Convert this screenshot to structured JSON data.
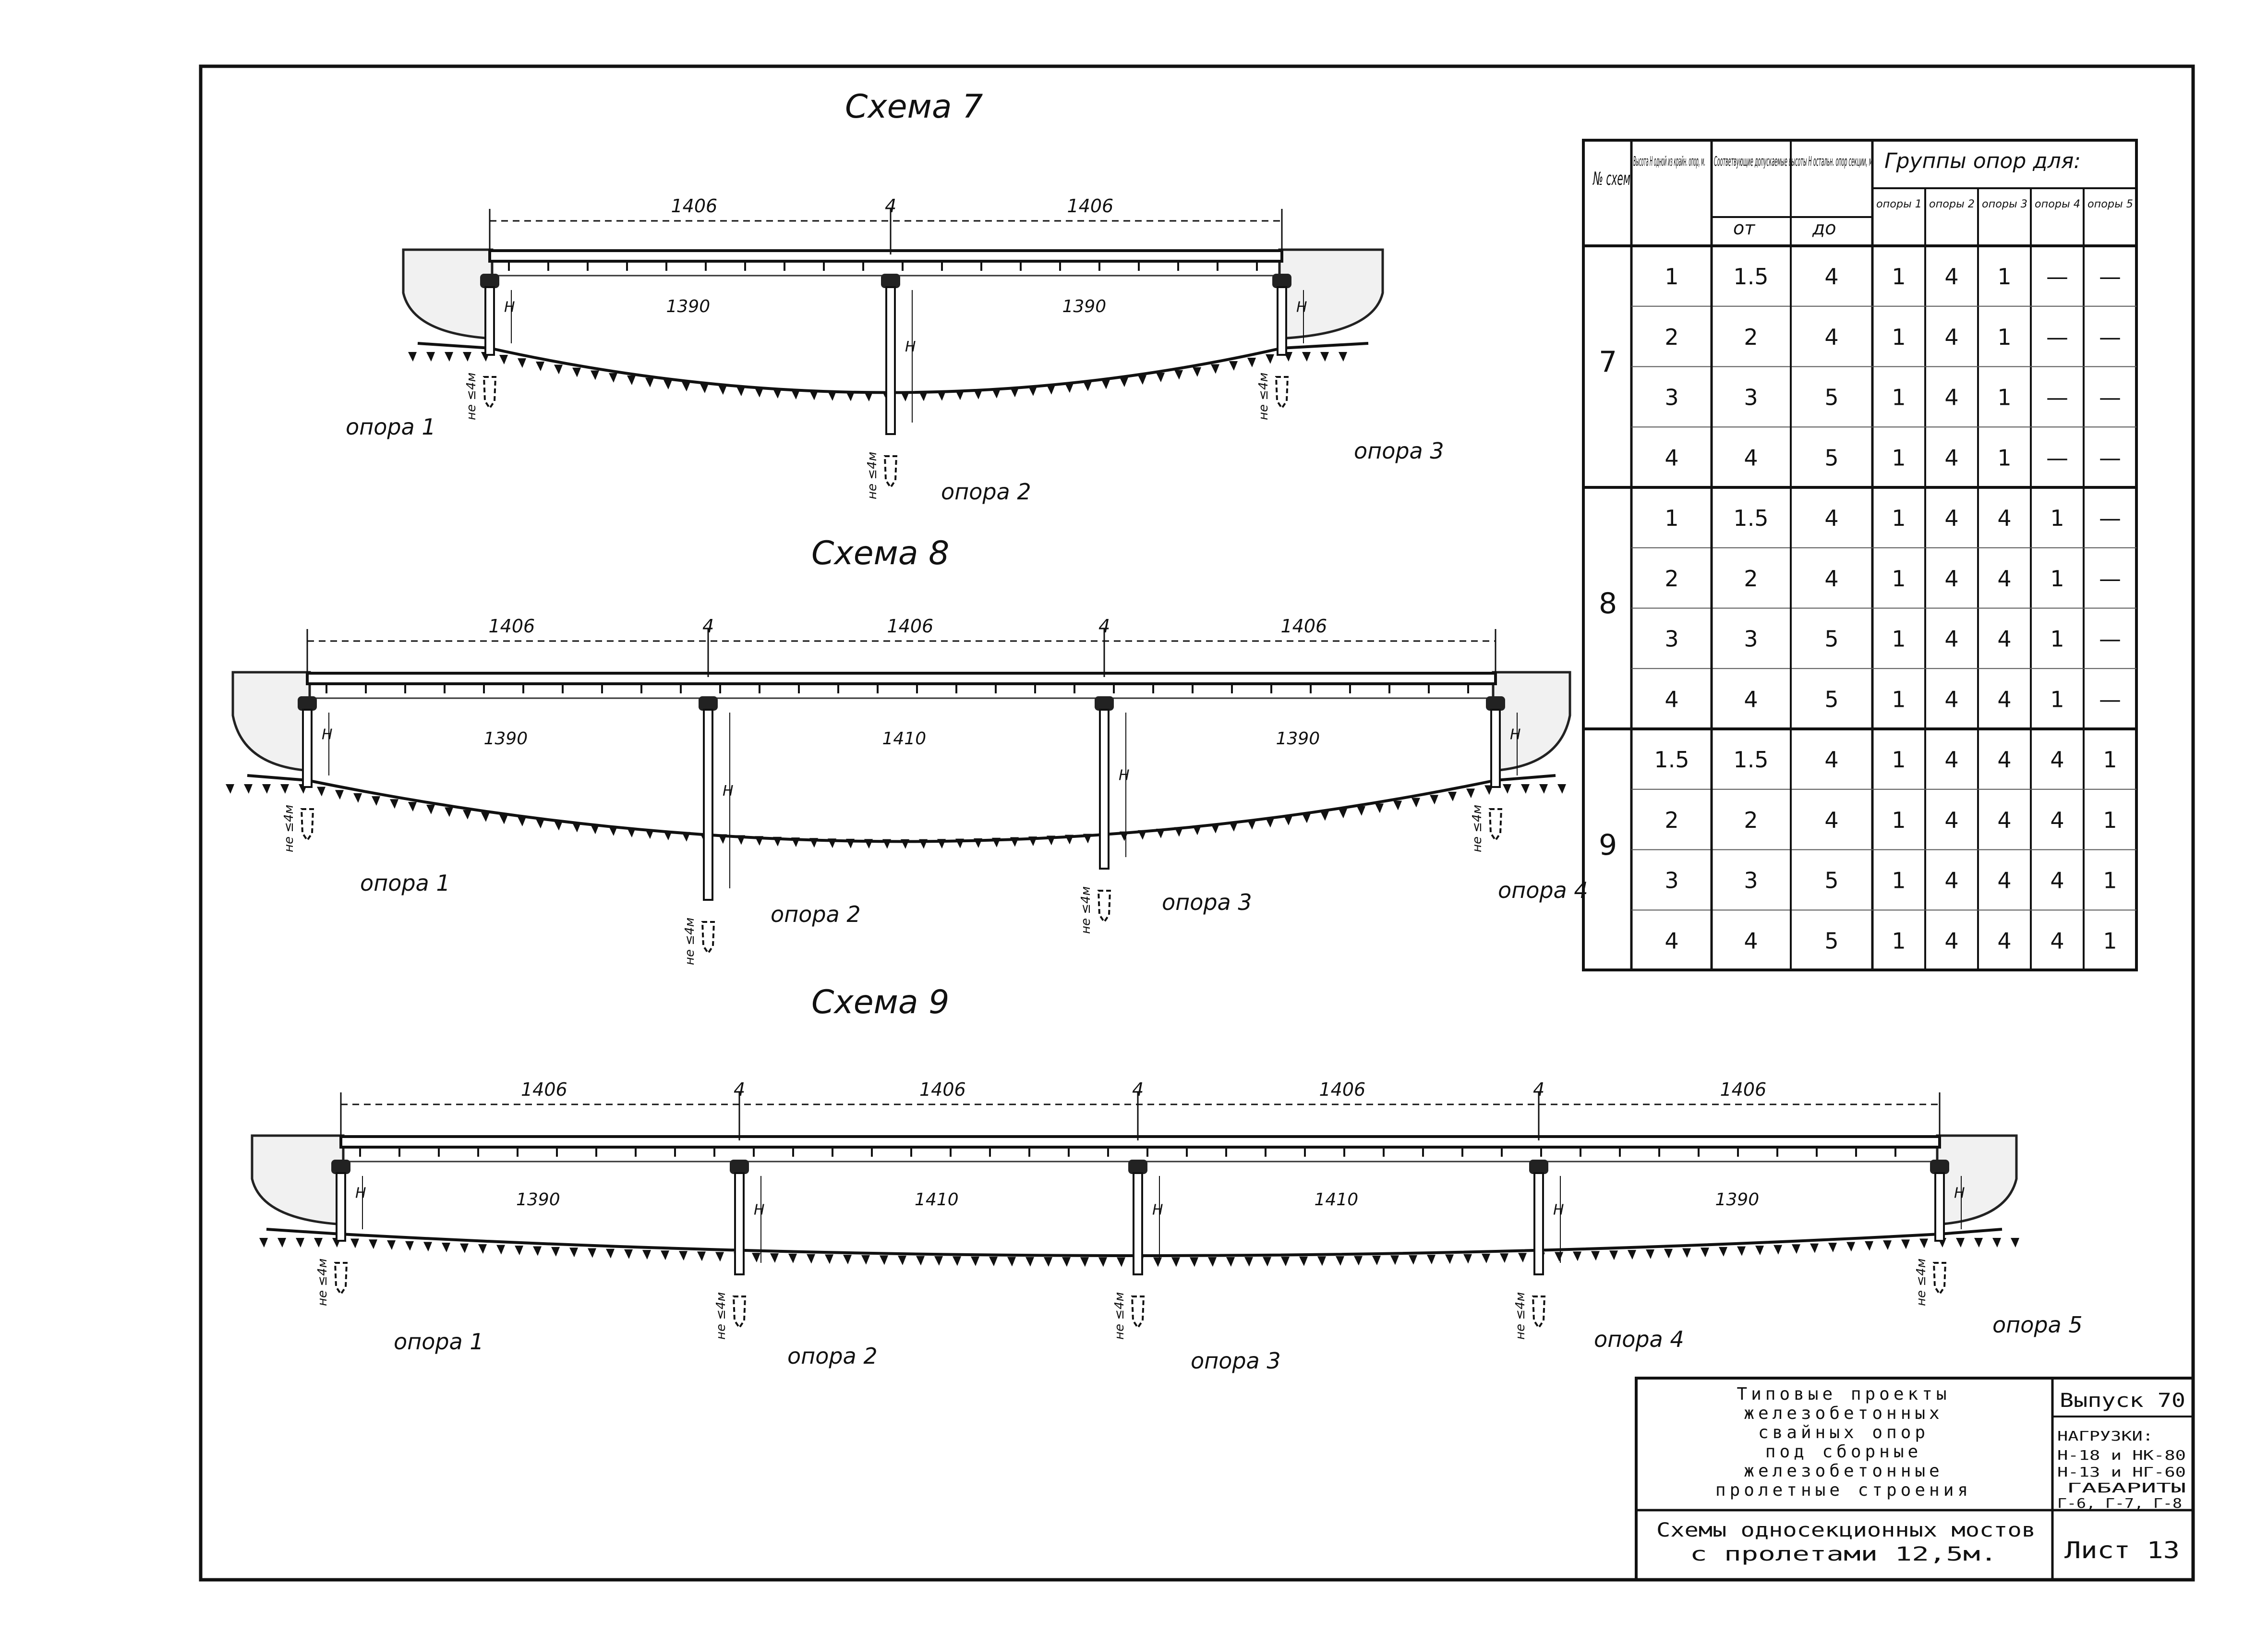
{
  "schemes": [
    {
      "title": "Схема 7",
      "dims": [
        "1406",
        "4",
        "1406"
      ],
      "spans": [
        "1390",
        "1390"
      ],
      "supports": [
        "опора 1",
        "опора 2",
        "опора 3"
      ],
      "depth_label": "не ≤4м",
      "h_label": "H"
    },
    {
      "title": "Схема 8",
      "dims": [
        "1406",
        "4",
        "1406",
        "4",
        "1406"
      ],
      "spans": [
        "1390",
        "1410",
        "1390"
      ],
      "supports": [
        "опора 1",
        "опора 2",
        "опора 3",
        "опора 4"
      ],
      "depth_label": "не ≤4м",
      "h_label": "H"
    },
    {
      "title": "Схема 9",
      "dims": [
        "1406",
        "4",
        "1406",
        "4",
        "1406",
        "4",
        "1406"
      ],
      "spans": [
        "1390",
        "1410",
        "1410",
        "1390"
      ],
      "supports": [
        "опора 1",
        "опора 2",
        "опора 3",
        "опора 4",
        "опора 5"
      ],
      "depth_label": "не ≤4м",
      "h_label": "H"
    }
  ],
  "table": {
    "headers": {
      "scheme_no": "№ схем",
      "edge_height": "Высота Н одной из крайн. опор, м.",
      "allowed_heights": "Соответвующие допускаемые высоты Н остальн. опор секции, м",
      "from": "от",
      "to": "до",
      "groups": "Группы опор для:",
      "support_cols": [
        "опоры 1",
        "опоры 2",
        "опоры 3",
        "опоры 4",
        "опоры 5"
      ]
    },
    "groups": [
      {
        "scheme": "7",
        "rows": [
          [
            "1",
            "1.5",
            "4",
            "1",
            "4",
            "1",
            "—",
            "—"
          ],
          [
            "2",
            "2",
            "4",
            "1",
            "4",
            "1",
            "—",
            "—"
          ],
          [
            "3",
            "3",
            "5",
            "1",
            "4",
            "1",
            "—",
            "—"
          ],
          [
            "4",
            "4",
            "5",
            "1",
            "4",
            "1",
            "—",
            "—"
          ]
        ]
      },
      {
        "scheme": "8",
        "rows": [
          [
            "1",
            "1.5",
            "4",
            "1",
            "4",
            "4",
            "1",
            "—"
          ],
          [
            "2",
            "2",
            "4",
            "1",
            "4",
            "4",
            "1",
            "—"
          ],
          [
            "3",
            "3",
            "5",
            "1",
            "4",
            "4",
            "1",
            "—"
          ],
          [
            "4",
            "4",
            "5",
            "1",
            "4",
            "4",
            "1",
            "—"
          ]
        ]
      },
      {
        "scheme": "9",
        "rows": [
          [
            "1.5",
            "1.5",
            "4",
            "1",
            "4",
            "4",
            "4",
            "1"
          ],
          [
            "2",
            "2",
            "4",
            "1",
            "4",
            "4",
            "4",
            "1"
          ],
          [
            "3",
            "3",
            "5",
            "1",
            "4",
            "4",
            "4",
            "1"
          ],
          [
            "4",
            "4",
            "5",
            "1",
            "4",
            "4",
            "4",
            "1"
          ]
        ]
      }
    ]
  },
  "title_block": {
    "project_lines": [
      "Типовые проекты",
      "железобетонных",
      "свайных опор",
      "под сборные",
      "железобетонные",
      "пролетные строения"
    ],
    "issue": "Выпуск 70",
    "loads_label": "НАГРУЗКИ:",
    "loads_lines": [
      "Н-18 и НК-80",
      "Н-13 и НГ-60"
    ],
    "gauge_label": "ГАБАРИТЫ",
    "gauge_values": "Г-6, Г-7, Г-8",
    "sheet_title_lines": [
      "Схемы односекционных мостов",
      "с пролетами 12,5м."
    ],
    "sheet_no": "Лист 13"
  }
}
